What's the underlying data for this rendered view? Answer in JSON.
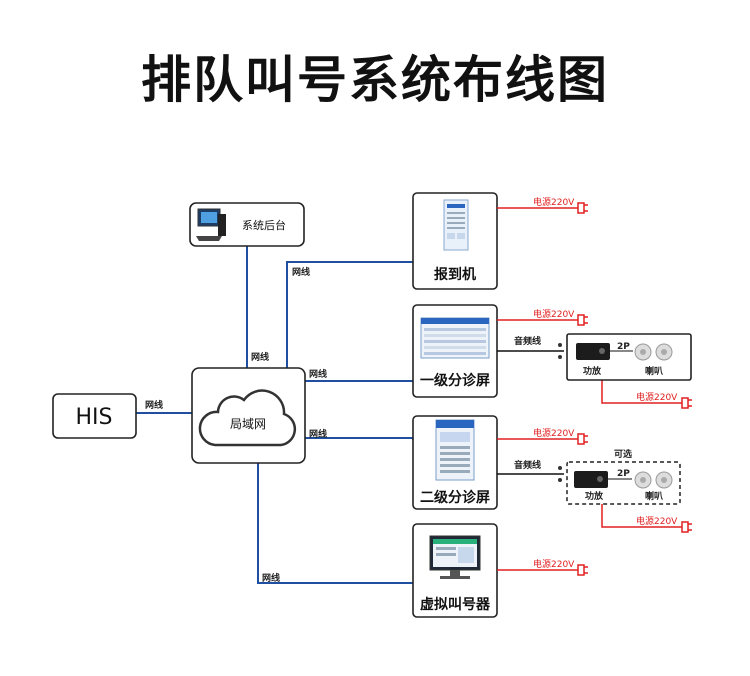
{
  "title": "排队叫号系统布线图",
  "nodes": {
    "his": "HIS",
    "lan": "局域网",
    "backend": "系统后台",
    "checkin": "报到机",
    "triage1": "一级分诊屏",
    "triage2": "二级分诊屏",
    "virtual": "虚拟叫号器",
    "amp": "功放",
    "speaker": "喇叭"
  },
  "labels": {
    "network": "网线",
    "power": "电源220V",
    "audio": "音频线",
    "pin": "2P",
    "optional": "可选"
  },
  "colors": {
    "network_line": "#1f4fa0",
    "power_line": "#e02020"
  }
}
